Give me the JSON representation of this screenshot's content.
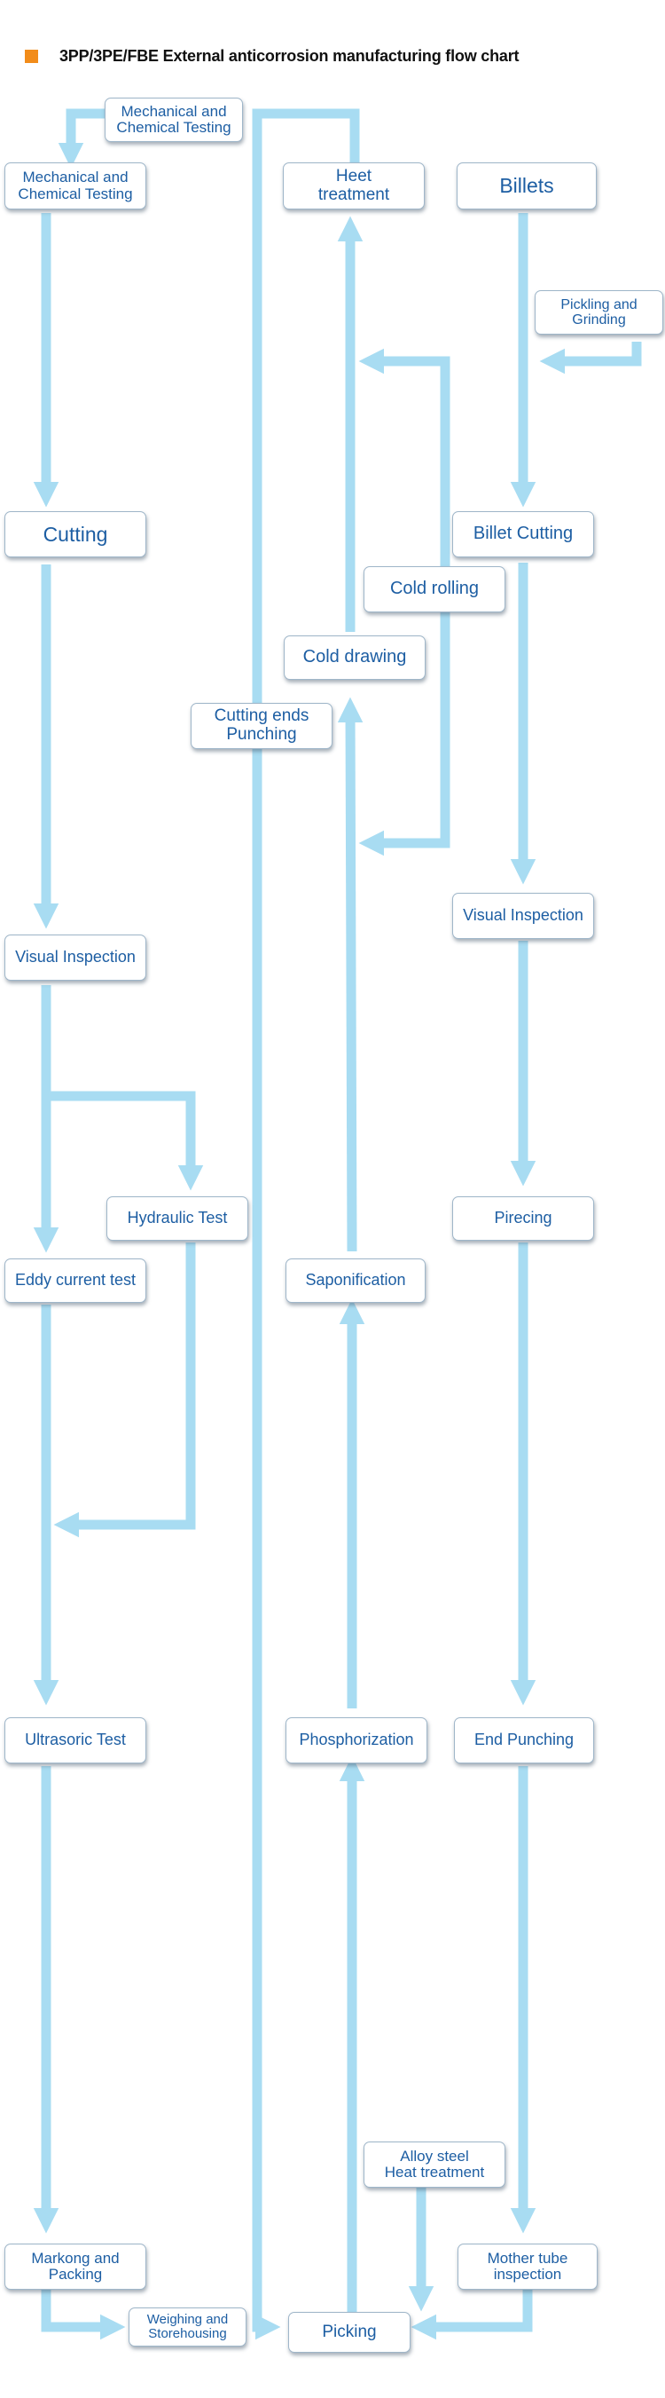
{
  "title": "3PP/3PE/FBE External anticorrosion manufacturing flow chart",
  "colors": {
    "accent": "#f28c1a",
    "arrow": "#a8dcf2",
    "node_text": "#1d5ea3",
    "node_border": "#9fb6c9"
  },
  "nodes": {
    "mechanical_testing_top": "Mechanical and\nChemical Testing",
    "mechanical_testing_left": "Mechanical and\nChemical Testing",
    "heet_treatment": "Heet\ntreatment",
    "billets": "Billets",
    "pickling_grinding": "Pickling and\nGrinding",
    "cutting": "Cutting",
    "billet_cutting": "Billet Cutting",
    "cold_rolling": "Cold rolling",
    "cold_drawing": "Cold drawing",
    "cutting_ends_punching": "Cutting ends\nPunching",
    "visual_inspection_right": "Visual Inspection",
    "visual_inspection_left": "Visual Inspection",
    "hydraulic_test": "Hydraulic Test",
    "eddy_current_test": "Eddy current test",
    "saponification": "Saponification",
    "pirecing": "Pirecing",
    "ultrasoric_test": "Ultrasoric Test",
    "phosphorization": "Phosphorization",
    "end_punching": "End Punching",
    "alloy_steel": "Alloy steel\nHeat treatment",
    "markong_packing": "Markong and\nPacking",
    "mother_tube": "Mother tube\ninspection",
    "weighing": "Weighing and\nStorehousing",
    "picking": "Picking"
  }
}
